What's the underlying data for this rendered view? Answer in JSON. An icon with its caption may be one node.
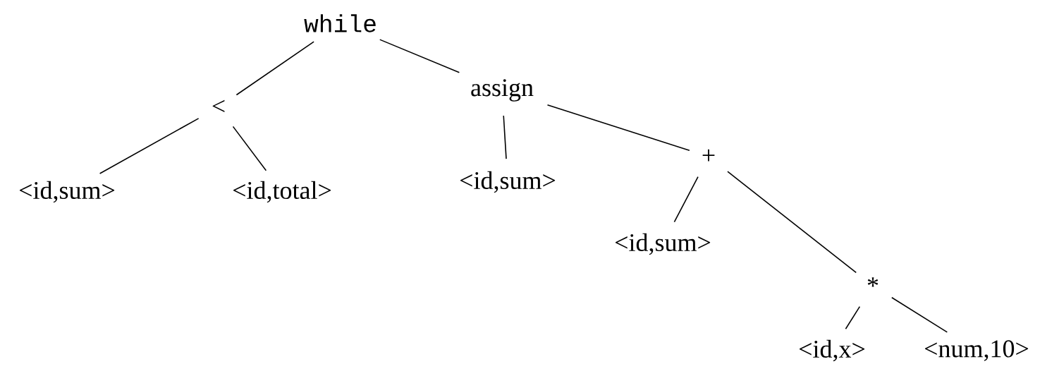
{
  "diagram": {
    "nodes": [
      {
        "text": [
          "while"
        ]
      },
      {
        "text": [
          "<"
        ]
      },
      {
        "text": [
          "assign"
        ]
      },
      {
        "text": [
          "<id,sum>"
        ]
      },
      {
        "text": [
          "<id,total>"
        ]
      },
      {
        "text": [
          "<id,sum>"
        ]
      },
      {
        "text": [
          "+"
        ]
      },
      {
        "text": [
          "<id,sum>"
        ]
      },
      {
        "text": [
          "*"
        ]
      },
      {
        "text": [
          "<id,x>"
        ]
      },
      {
        "text": [
          "<num,10>"
        ]
      }
    ],
    "edges": [
      {
        "from": 0,
        "to": 1,
        "arrow": "none"
      },
      {
        "from": 0,
        "to": 2,
        "arrow": "none"
      },
      {
        "from": 1,
        "to": 3,
        "arrow": "none"
      },
      {
        "from": 1,
        "to": 4,
        "arrow": "none"
      },
      {
        "from": 2,
        "to": 5,
        "arrow": "none"
      },
      {
        "from": 2,
        "to": 6,
        "arrow": "none"
      },
      {
        "from": 6,
        "to": 7,
        "arrow": "none"
      },
      {
        "from": 6,
        "to": 8,
        "arrow": "none"
      },
      {
        "from": 8,
        "to": 9,
        "arrow": "none"
      },
      {
        "from": 8,
        "to": 10,
        "arrow": "none"
      }
    ]
  }
}
